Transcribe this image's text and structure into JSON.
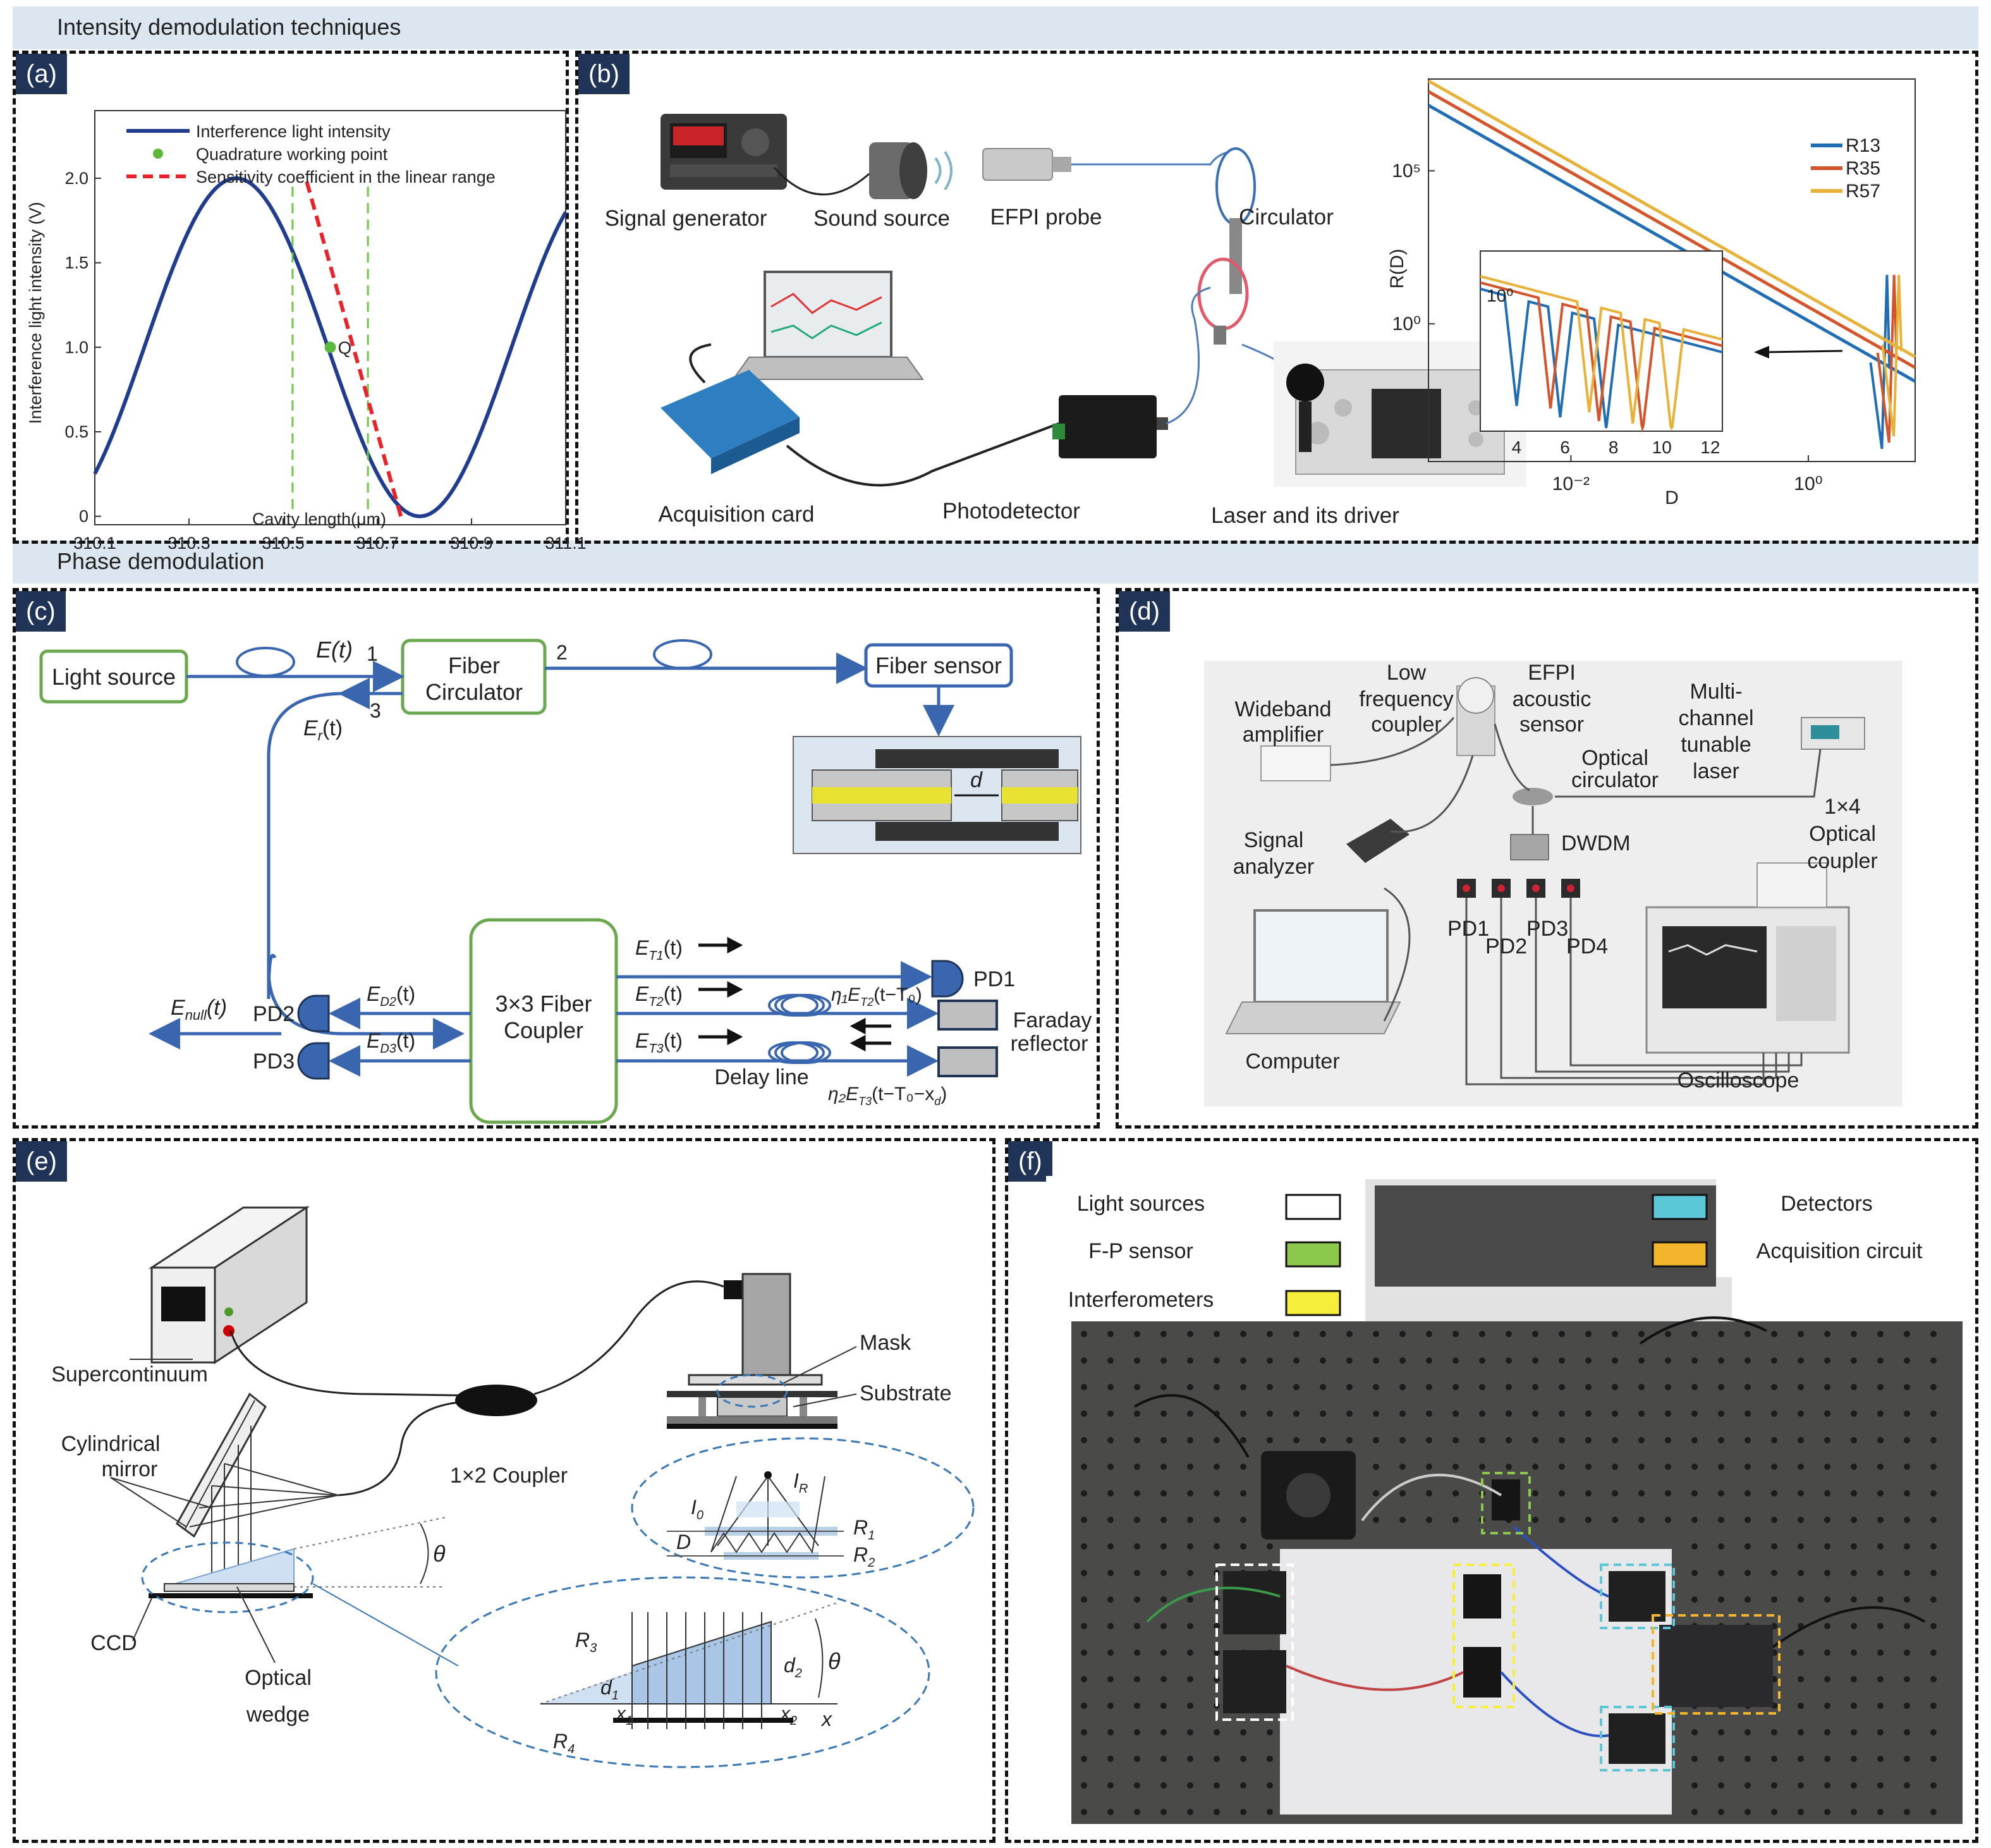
{
  "sections": {
    "intensity": "Intensity demodulation techniques",
    "phase": "Phase demodulation"
  },
  "panels": {
    "a": "(a)",
    "b": "(b)",
    "c": "(c)",
    "d": "(d)",
    "e": "(e)",
    "f": "(f)"
  },
  "chart_data": [
    {
      "type": "line",
      "panel": "a",
      "xlabel": "Cavity length(μm)",
      "ylabel": "Interference light intensity (V)",
      "xlim": [
        310.1,
        311.1
      ],
      "ylim": [
        -0.05,
        2.4
      ],
      "xticks": [
        "310.1",
        "310.3",
        "310.5",
        "310.7",
        "310.9",
        "311.1"
      ],
      "yticks": [
        "0",
        "0.5",
        "1.0",
        "1.5",
        "2.0"
      ],
      "legend": [
        "Interference light intensity",
        "Quadrature working point",
        "Sensitivity coefficient in the linear range"
      ],
      "legend_position": "top",
      "series": [
        {
          "name": "Interference light intensity",
          "function": "1 + cos(2π(x − 310.4)/0.78)",
          "color": "#1f3c8f"
        },
        {
          "name": "Sensitivity coefficient in the linear range",
          "x": [
            310.55,
            310.75
          ],
          "y": [
            1.98,
            0.0
          ],
          "color": "#e8232a",
          "style": "dashed"
        }
      ],
      "point": {
        "label": "Q",
        "x": 310.6,
        "y": 1.0,
        "color": "#5cb83c"
      },
      "vlines": [
        310.52,
        310.68
      ]
    },
    {
      "type": "line",
      "panel": "b",
      "xlabel": "D",
      "ylabel": "R(D)",
      "xscale": "log",
      "yscale": "log",
      "xlim_log10": [
        -3.2,
        0.9
      ],
      "ylim_log10": [
        -4.5,
        8
      ],
      "xticks": [
        "10⁻²",
        "10⁰"
      ],
      "yticks": [
        "10⁰",
        "10⁵"
      ],
      "legend_position": "top-right",
      "series": [
        {
          "name": "R13",
          "color": "#1f6eb5",
          "log_intercept": 0.6
        },
        {
          "name": "R35",
          "color": "#d4552b",
          "log_intercept": 1.05
        },
        {
          "name": "R57",
          "color": "#e8b23a",
          "log_intercept": 1.4
        }
      ],
      "inset": {
        "xticks": [
          "4",
          "6",
          "8",
          "10",
          "12"
        ],
        "ytick": "10⁰"
      }
    }
  ],
  "panel_b": {
    "labels": {
      "signal_generator": "Signal generator",
      "sound_source": "Sound source",
      "efpi_probe": "EFPI probe",
      "circulator": "Circulator",
      "acquisition_card": "Acquisition card",
      "photodetector": "Photodetector",
      "laser": "Laser and its driver"
    }
  },
  "panel_c": {
    "light_source": "Light source",
    "fiber_circulator": [
      "Fiber",
      "Circulator"
    ],
    "fiber_sensor": "Fiber sensor",
    "coupler": [
      "3×3 Fiber",
      "Coupler"
    ],
    "et": "E(t)",
    "er": "E",
    "er_sub": "r",
    "t_suffix": "(t)",
    "port1": "1",
    "port2": "2",
    "port3": "3",
    "enull": "E",
    "enull_sub": "null",
    "d": "d",
    "et1": "E",
    "et1_sub": "T1",
    "et2": "E",
    "et2_sub": "T2",
    "et3": "E",
    "et3_sub": "T3",
    "ed2": "E",
    "ed2_sub": "D2",
    "ed3": "E",
    "ed3_sub": "D3",
    "eta1": "η₁E",
    "eta1_tail": "(t−T₀)",
    "eta2": "η₂E",
    "eta2_tail": "(t−T₀−x",
    "eta2_end": "d",
    "close": ")",
    "pd1": "PD1",
    "pd2": "PD2",
    "pd3": "PD3",
    "faraday": [
      "Faraday",
      "reflector"
    ],
    "delay_line": "Delay line"
  },
  "panel_d": {
    "wideband": [
      "Wideband",
      "amplifier"
    ],
    "lowfreq": [
      "Low",
      "frequency",
      "coupler"
    ],
    "efpi": [
      "EFPI",
      "acoustic",
      "sensor"
    ],
    "multi": [
      "Multi-",
      "channel",
      "tunable",
      "laser"
    ],
    "optical_circulator": [
      "Optical",
      "circulator"
    ],
    "coupler14": [
      "1×4",
      "Optical",
      "coupler"
    ],
    "signal_analyzer": [
      "Signal",
      "analyzer"
    ],
    "dwdm": "DWDM",
    "pds": [
      "PD1",
      "PD2",
      "PD3",
      "PD4"
    ],
    "computer": "Computer",
    "oscilloscope": "Oscilloscope"
  },
  "panel_e": {
    "supercontinuum": "Supercontinuum",
    "mask": "Mask",
    "substrate": "Substrate",
    "cyl": [
      "Cylindrical",
      "mirror"
    ],
    "coupler": "1×2 Coupler",
    "ccd": "CCD",
    "wedge": [
      "Optical",
      "wedge"
    ],
    "theta": "θ",
    "i0": "I",
    "i0_sub": "0",
    "ir": "I",
    "ir_sub": "R",
    "r1": "R",
    "r1_sub": "1",
    "r2": "R",
    "r2_sub": "2",
    "r3": "R",
    "r3_sub": "3",
    "r4": "R",
    "r4_sub": "4",
    "dd": "D",
    "d1": "d",
    "d1_sub": "1",
    "d2": "d",
    "d2_sub": "2",
    "x1": "x",
    "x1_sub": "1",
    "x2": "x",
    "x2_sub": "2",
    "x": "x"
  },
  "panel_f": {
    "legend": [
      {
        "label": "Light sources",
        "color": "#ffffff"
      },
      {
        "label": "Detectors",
        "color": "#5bc8d8"
      },
      {
        "label": "F-P sensor",
        "color": "#8cc84b"
      },
      {
        "label": "Acquisition circuit",
        "color": "#f2b52b"
      },
      {
        "label": "Interferometers",
        "color": "#f5ef3c"
      }
    ]
  },
  "colors": {
    "band": "#dce6f1",
    "tag": "#1f3457",
    "blue": "#3a66b0",
    "green_box": "#6aa84f"
  }
}
